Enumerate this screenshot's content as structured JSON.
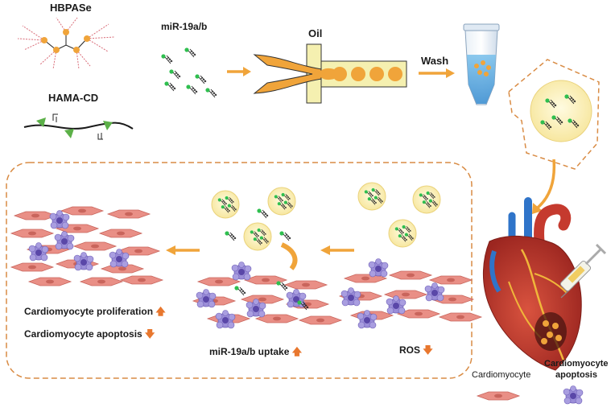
{
  "materials": {
    "polymer_label": "HBPASe",
    "cd_label": "HAMA-CD",
    "mirna_label": "miR-19a/b"
  },
  "process": {
    "oil_label": "Oil",
    "wash_label": "Wash"
  },
  "stages": {
    "outcome_line1": "Cardiomyocyte  proliferation",
    "outcome_line2": "Cardiomyocyte  apoptosis",
    "uptake_label": "miR-19a/b  uptake",
    "ros_label": "ROS"
  },
  "legend": {
    "cardiomyocyte": "Cardiomyocyte",
    "apoptosis_line1": "Cardiomyocyte",
    "apoptosis_line2": "apoptosis"
  },
  "colors": {
    "accent_orange": "#f0a43a",
    "dash_orange": "#d98c45",
    "cell_pink": "#e98f86",
    "apoptotic_purple": "#8d7fd0",
    "mirna_green": "#2fbf4f",
    "capsule_fill": "#fbf2bf",
    "heart_red": "#c53a2e",
    "vessel_blue": "#2f74c9"
  }
}
